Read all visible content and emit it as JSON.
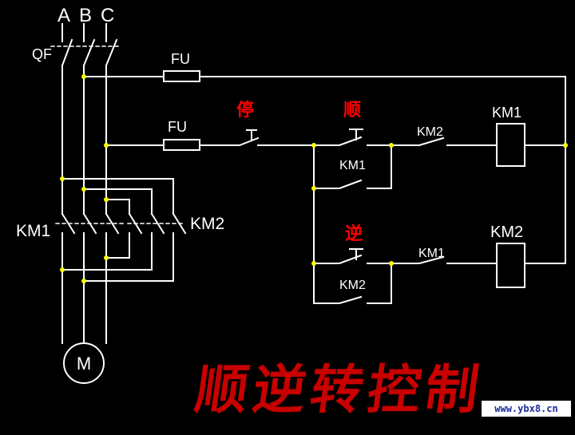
{
  "phases": [
    "A",
    "B",
    "C"
  ],
  "breaker_label": "QF",
  "fuses": [
    "FU",
    "FU"
  ],
  "motor_label": "M",
  "main_contactor_left": "KM1",
  "main_contactor_right": "KM2",
  "control": {
    "stop_label": "停",
    "forward_label": "顺",
    "reverse_label": "逆",
    "hold_forward": "KM1",
    "hold_reverse": "KM2",
    "interlock_forward": "KM2",
    "interlock_reverse": "KM1",
    "coil_forward": "KM1",
    "coil_reverse": "KM2"
  },
  "title": "顺逆转控制",
  "watermark": "www.ybx8.cn",
  "colors": {
    "wire": "#ffffff",
    "junction": "#ffff00",
    "title": "#c80000",
    "chinese_label": "#ff0000"
  }
}
